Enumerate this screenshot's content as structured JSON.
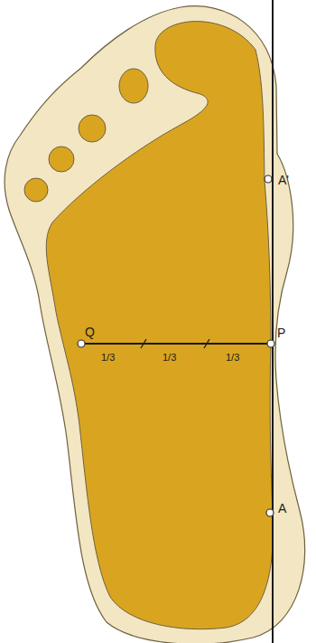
{
  "diagram": {
    "labels": [
      "A'",
      "Q",
      "P",
      "1/3",
      "1/3",
      "1/3",
      "A"
    ]
  }
}
